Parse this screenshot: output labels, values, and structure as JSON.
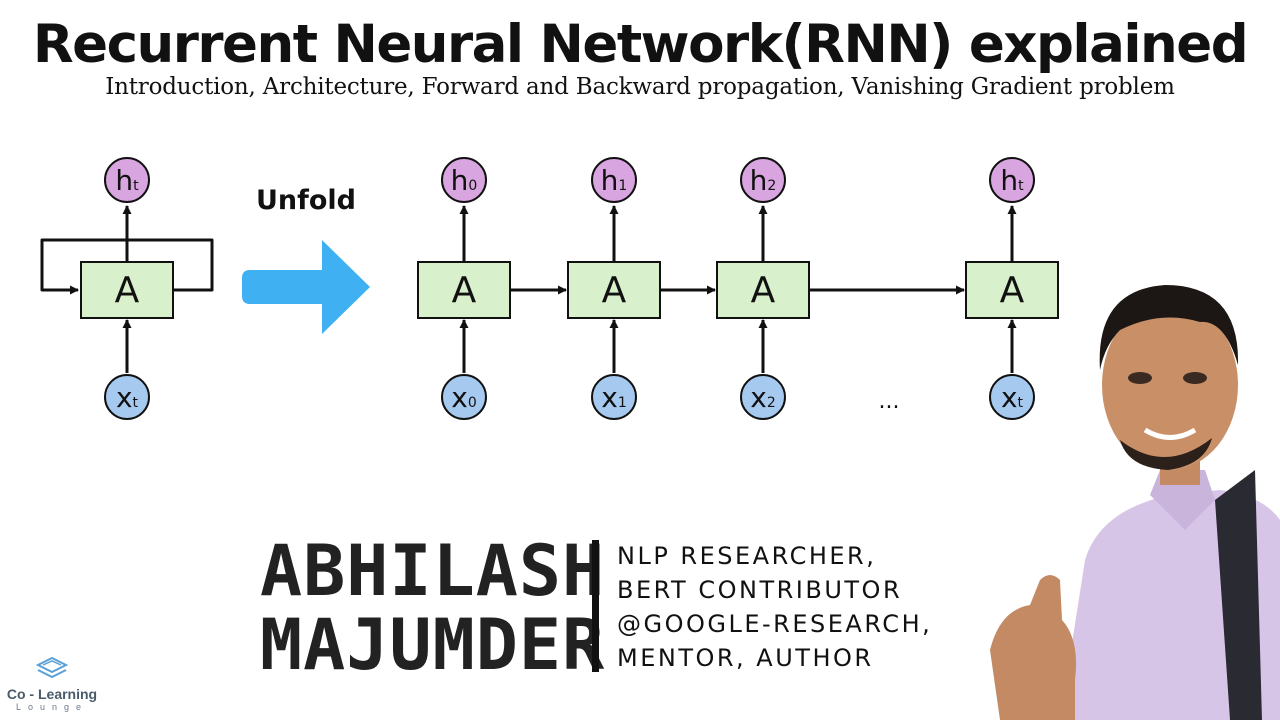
{
  "header": {
    "title": "Recurrent Neural Network(RNN) explained",
    "subtitle": "Introduction, Architecture, Forward and Backward propagation, Vanishing Gradient problem"
  },
  "diagram": {
    "unfold_label": "Unfold",
    "cell_label": "A",
    "folded": {
      "hidden": {
        "base": "h",
        "sub": "t"
      },
      "input": {
        "base": "x",
        "sub": "t"
      }
    },
    "steps": [
      {
        "hidden": {
          "base": "h",
          "sub": "0"
        },
        "input": {
          "base": "x",
          "sub": "0"
        }
      },
      {
        "hidden": {
          "base": "h",
          "sub": "1"
        },
        "input": {
          "base": "x",
          "sub": "1"
        }
      },
      {
        "hidden": {
          "base": "h",
          "sub": "2"
        },
        "input": {
          "base": "x",
          "sub": "2"
        }
      },
      {
        "hidden": {
          "base": "h",
          "sub": "t"
        },
        "input": {
          "base": "x",
          "sub": "t"
        }
      }
    ],
    "ellipsis": "...",
    "colors": {
      "hidden": "#d9a5e0",
      "input": "#a6c9ef",
      "cell": "#d9f0cc",
      "arrow": "#3fb0f2"
    }
  },
  "presenter": {
    "first_name": "ABHILASH",
    "last_name": "MAJUMDER",
    "roles": [
      "NLP RESEARCHER,",
      "BERT CONTRIBUTOR",
      "@GOOGLE-RESEARCH,",
      "MENTOR, AUTHOR"
    ]
  },
  "logo": {
    "name": "Co - Learning",
    "sub": "Lounge"
  }
}
